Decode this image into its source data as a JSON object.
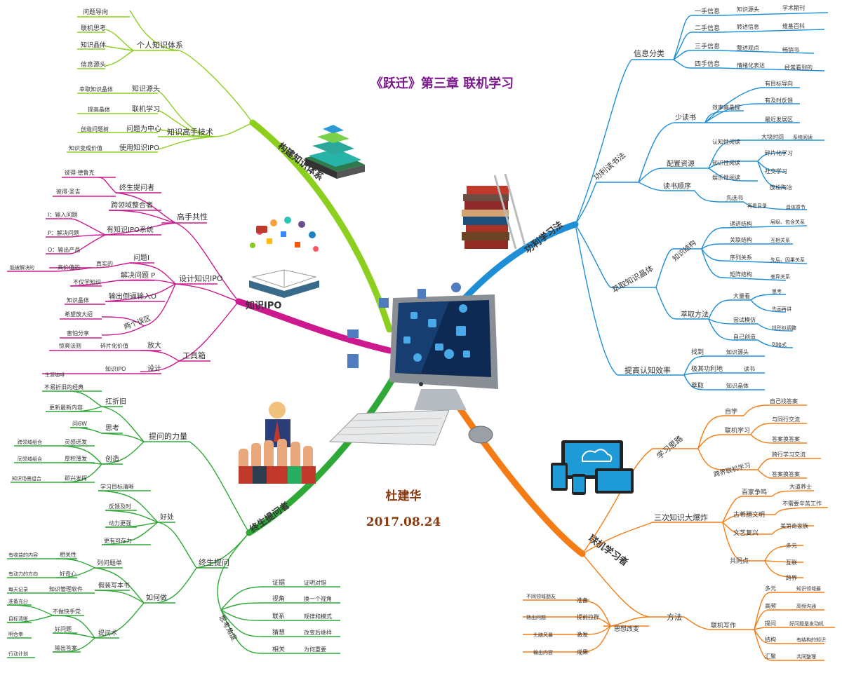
{
  "title": "《跃迁》第三章 联机学习",
  "author": "杜建华",
  "date": "2017.08.24",
  "colors": {
    "green_top": "#8ccf1f",
    "magenta": "#cc1a8e",
    "green_bottom": "#2ea836",
    "blue": "#1e8fd6",
    "orange": "#f57c14",
    "title": "#7a1a8a",
    "author": "#8b3a10"
  },
  "illustrations": {
    "computer": "computer-illustration",
    "pyramid": "pyramid-icon",
    "ipo": "ipo-book-icon",
    "books": "book-stack-icon",
    "people": "raised-hands-icon",
    "devices": "devices-icon"
  },
  "branches": {
    "build": {
      "label": "构建知识体系",
      "s1": {
        "label": "个人知识体系",
        "items": [
          "问题导向",
          "联机思考",
          "知识晶体",
          "信息源头"
        ]
      },
      "s2": {
        "label": "知识高手技术",
        "items": [
          [
            "知识源头",
            "幸取知识晶体"
          ],
          [
            "联机学习",
            "提高晶体"
          ],
          [
            "问题为中心",
            "创造问题树"
          ],
          [
            "使用知识IPO",
            "知识变成价值"
          ]
        ]
      }
    },
    "ipo": {
      "label": "知识IPO",
      "s1": {
        "label": "高手共性",
        "items": [
          [
            "终生提问者",
            "彼得·德鲁克"
          ],
          [
            "跨领域整合者",
            "彼得·圣吉"
          ],
          [
            "有知识IPO系统",
            ""
          ]
        ],
        "ipo": [
          "I：输入问题",
          "P：解决问题",
          "O：输出产品"
        ]
      },
      "s2": {
        "label": "设计知识IPO",
        "items": [
          "问题I",
          "解决问题 P",
          "输出倒逼输入O"
        ],
        "extra": [
          "真实的",
          "高价值的",
          "能被解决的",
          "不仅学知识",
          "知识晶体"
        ]
      },
      "s3": {
        "label": "两个误区",
        "items": [
          "希望放大招",
          "害怕分享"
        ]
      },
      "s4": {
        "label": "工具箱",
        "items": [
          [
            "放大",
            "碎片化价值",
            "惊爽法则"
          ],
          [
            "设计",
            "知识IPO",
            "生涯咖啡"
          ]
        ]
      }
    },
    "ask": {
      "label": "终生提问者",
      "power": {
        "label": "提问的力量",
        "a": {
          "label": "扛折旧",
          "items": [
            "不易折旧的经典",
            "更新最新内容"
          ]
        },
        "b": {
          "label": "思考",
          "items": [
            "问6W"
          ]
        },
        "c": {
          "label": "创造",
          "items": [
            "灵感迸发",
            "厚积薄发",
            "即兴发挥"
          ],
          "extra": [
            "跨领域组合",
            "同领域组合",
            "知识场景组合"
          ]
        }
      },
      "life": {
        "label": "终生提问",
        "good": {
          "label": "好处",
          "items": [
            "学习目标清晰",
            "反馈及时",
            "动力更强",
            "更有可存力"
          ]
        },
        "how": {
          "label": "如何做",
          "items": [
            "列问题单",
            "假装写本书",
            "提问术"
          ],
          "sub": [
            [
              "相关性",
              "有收益的内容"
            ],
            [
              "好奇心",
              "有动力的方向"
            ],
            [
              "知识管理软件",
              "每天记录"
            ],
            [
              "不做快手党",
              "准备充分",
              "目标清晰"
            ],
            [
              "好问题",
              "明合拳"
            ],
            [
              "输出答案",
              "行动计划"
            ]
          ]
        }
      },
      "angle": {
        "label": "思考角度",
        "items": [
          [
            "证据",
            "证明对错"
          ],
          [
            "视角",
            "换一个视角"
          ],
          [
            "联系",
            "规律和模式"
          ],
          [
            "猜想",
            "改变后继样"
          ],
          [
            "相关",
            "为何重要"
          ]
        ]
      }
    },
    "utility": {
      "label": "功利学习法",
      "info": {
        "label": "信息分类",
        "items": [
          [
            "一手信息",
            "知识源头",
            "学术期刊"
          ],
          [
            "二手信息",
            "转述信息",
            "维基百科"
          ],
          [
            "三手信息",
            "整述观点",
            "畅销书"
          ],
          [
            "四手信息",
            "情绪化表达",
            "经常看到的"
          ]
        ]
      },
      "reading": {
        "label": "功利读书法",
        "less": {
          "label": "少读书",
          "sub": "效率高晶提",
          "items": [
            "有目标导向",
            "有及时反馈",
            "最近发展区"
          ]
        },
        "config": {
          "label": "配置资源",
          "items": [
            "认知性阅读",
            "知识性阅读",
            "娱乐性阅读"
          ],
          "extra": [
            "大块时间",
            "系统阅读",
            "碎片化学习",
            "社交学习",
            "放松陶冶"
          ]
        },
        "order": {
          "label": "读书顺序",
          "items": [
            "先选书",
            "再看目录",
            "具体章节"
          ]
        }
      },
      "crystal": {
        "label": "萃取知识晶体",
        "structure": {
          "label": "知识结构",
          "items": [
            [
              "递进结构",
              "层级、包含关系"
            ],
            [
              "关联结构",
              "互相关系"
            ],
            [
              "序列关系",
              "先后、因果关系"
            ],
            [
              "矩阵结构",
              "差异关系"
            ]
          ]
        },
        "method": {
          "label": "萃取方法",
          "items": [
            "大量看",
            "尝试模仿",
            "自己创造"
          ],
          "extra": [
            "思考",
            "先画再讲",
            "找形似调整",
            "列格式"
          ]
        }
      },
      "efficiency": {
        "label": "提高认知效率",
        "items": [
          [
            "找到",
            "知识源头"
          ],
          [
            "极其功利地",
            "读书"
          ],
          [
            "萃取",
            "知识晶体"
          ]
        ]
      }
    },
    "online": {
      "label": "联机学习者",
      "mind": {
        "label": "学习思路",
        "items": [
          [
            "自学",
            "自己找答案"
          ],
          [
            "联机学习",
            "与同行交流"
          ],
          [
            "",
            ""
          ],
          [
            "跨界联机学习",
            "跨行学习交流"
          ]
        ],
        "extra": [
          "答案换答案",
          "答案换答案"
        ]
      },
      "explosion": {
        "label": "三次知识大爆炸",
        "items": [
          [
            "百家争鸣",
            "大道养士"
          ],
          [
            "古希腊文明",
            "不需要辛苦工作"
          ],
          [
            "文艺复兴",
            "美第奇家族"
          ]
        ],
        "common": {
          "label": "共同点",
          "items": [
            "多元",
            "互联",
            "跨界"
          ]
        }
      },
      "method": {
        "label": "方法",
        "change": {
          "label": "思想改变",
          "items": [
            [
              "准备",
              "不同领域朋友"
            ],
            [
              "提前拉群",
              "熟出问题"
            ],
            [
              "激发",
              "头脑风暴"
            ],
            [
              "成果",
              "输出内容"
            ]
          ]
        },
        "write": {
          "label": "联机写作",
          "items": [
            [
              "多元",
              "知识领域最"
            ],
            [
              "高频",
              "高频沟通"
            ],
            [
              "提问",
              "好问题是发动机"
            ],
            [
              "结构",
              "有结构的知识"
            ],
            [
              "汇聚",
              "共同整理"
            ]
          ]
        }
      }
    }
  }
}
